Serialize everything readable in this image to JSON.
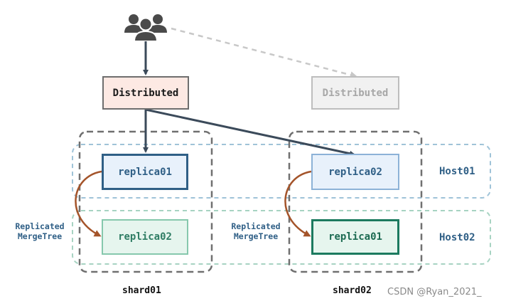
{
  "nodes": {
    "distributed_main": "Distributed",
    "distributed_ghost": "Distributed",
    "shard01_top": "replica01",
    "shard01_bottom": "replica02",
    "shard02_top": "replica02",
    "shard02_bottom": "replica01"
  },
  "hosts": {
    "host01": "Host01",
    "host02": "Host02"
  },
  "shards": {
    "shard01": "shard01",
    "shard02": "shard02"
  },
  "replication_labels": {
    "left": "Replicated\nMergeTree",
    "right": "Replicated\nMergeTree"
  },
  "watermark": "CSDN @Ryan_2021_",
  "colors": {
    "arrow_dark": "#3b4a5a",
    "arrow_ghost": "#c8c8c8",
    "replication_arrow": "#a4542a",
    "host_band": "#9fc3d8",
    "shard_border": "#707070"
  }
}
